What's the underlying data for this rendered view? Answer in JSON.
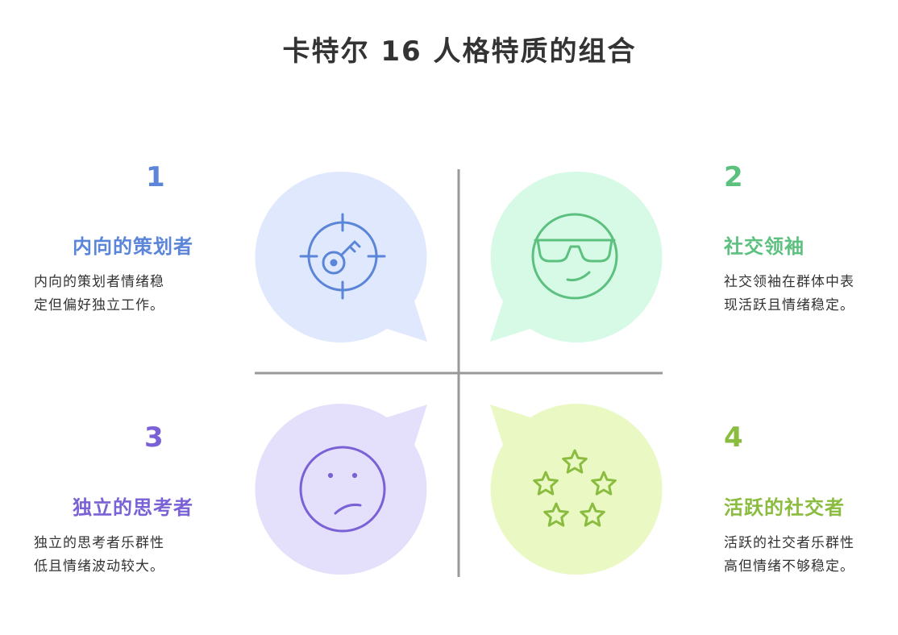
{
  "title": "卡特尔 16 人格特质的组合",
  "colors": {
    "blue": "#5b85d8",
    "green": "#5cc07f",
    "purple": "#7a61d6",
    "olive": "#8abc3f",
    "blue_bg": "#dfe8fc",
    "green_bg": "#d6fae6",
    "purple_bg": "#e4e0fb",
    "olive_bg": "#eaf9c3",
    "axis": "#999999"
  },
  "quadrants": [
    {
      "number": "1",
      "heading": "内向的策划者",
      "desc_line1": "内向的策划者情绪稳",
      "desc_line2": "定但偏好独立工作。",
      "icon": "target-key-icon"
    },
    {
      "number": "2",
      "heading": "社交领袖",
      "desc_line1": "社交领袖在群体中表",
      "desc_line2": "现活跃且情绪稳定。",
      "icon": "sunglasses-face-icon"
    },
    {
      "number": "3",
      "heading": "独立的思考者",
      "desc_line1": "独立的思考者乐群性",
      "desc_line2": "低且情绪波动较大。",
      "icon": "frown-face-icon"
    },
    {
      "number": "4",
      "heading": "活跃的社交者",
      "desc_line1": "活跃的社交者乐群性",
      "desc_line2": "高但情绪不够稳定。",
      "icon": "stars-icon"
    }
  ]
}
